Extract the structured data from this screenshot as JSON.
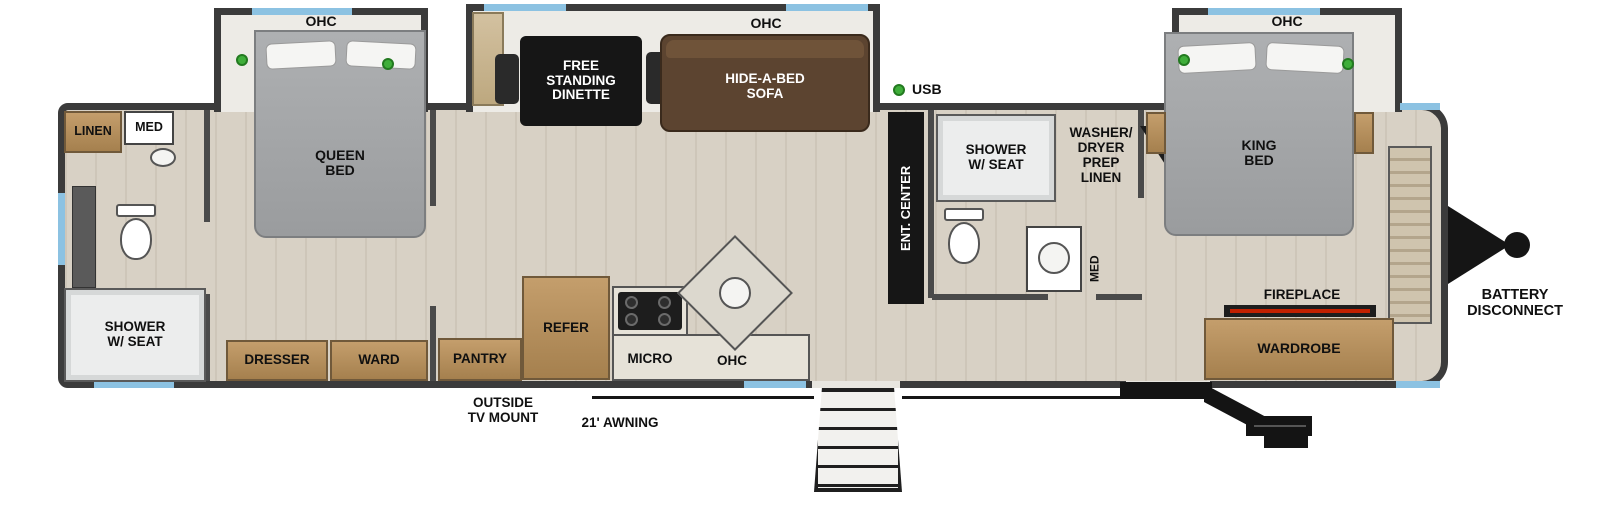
{
  "colors": {
    "wall": "#3b3b3b",
    "floor": "#d8d1c5",
    "slide_floor": "#edebe6",
    "window": "#8cc2e2",
    "indicator_green": "#3fae3a",
    "wood": "#b5905f",
    "dark_unit": "#161616",
    "sofa_brown": "#5c4430",
    "bed_gray": "#a3a5a7",
    "fireplace_red": "#c22000"
  },
  "rear_bath": {
    "linen": "LINEN",
    "med": "MED",
    "shower": "SHOWER\nW/ SEAT"
  },
  "rear_bedroom": {
    "ohc": "OHC",
    "bed": "QUEEN\nBED",
    "dresser": "DRESSER",
    "ward": "WARD"
  },
  "living": {
    "ohc": "OHC",
    "dinette": "FREE\nSTANDING\nDINETTE",
    "sofa": "HIDE-A-BED\nSOFA",
    "usb": "USB",
    "ent_center": "ENT. CENTER"
  },
  "kitchen": {
    "pantry": "PANTRY",
    "refer": "REFER",
    "micro": "MICRO",
    "ohc": "OHC"
  },
  "mid_bath": {
    "shower": "SHOWER\nW/ SEAT",
    "washer_dryer": "WASHER/\nDRYER\nPREP\nLINEN",
    "med": "MED"
  },
  "front_bedroom": {
    "ohc": "OHC",
    "bed": "KING\nBED",
    "fireplace": "FIREPLACE",
    "wardrobe": "WARDROBE"
  },
  "exterior": {
    "battery": "BATTERY\nDISCONNECT",
    "tv_mount": "OUTSIDE\nTV MOUNT",
    "awning": "21' AWNING"
  }
}
